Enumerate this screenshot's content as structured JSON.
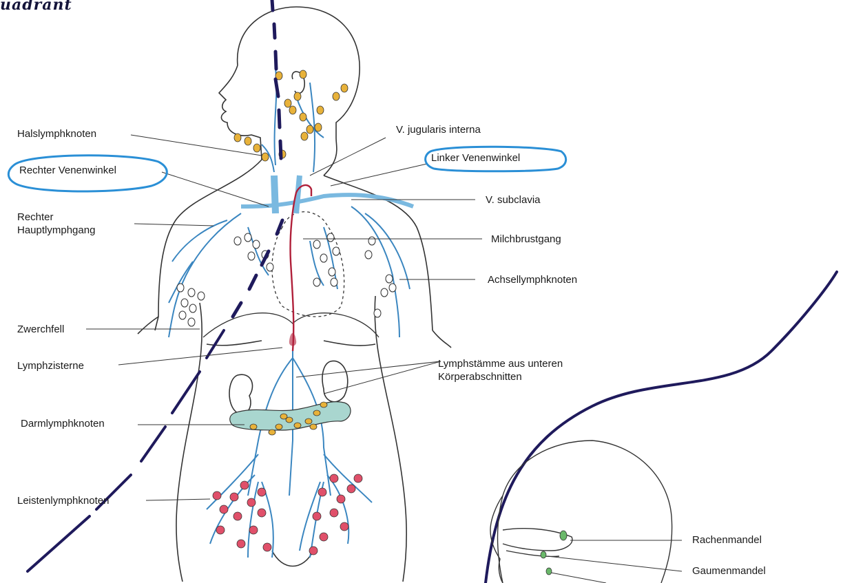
{
  "handwritten_title": "uadrant",
  "labels": {
    "halslymphknoten": "Halslymphknoten",
    "rechter_venenwinkel": "Rechter Venenwinkel",
    "rechter_hauptlymphgang_1": "Rechter",
    "rechter_hauptlymphgang_2": "Hauptlymphgang",
    "zwerchfell": "Zwerchfell",
    "lymphzisterne": "Lymphzisterne",
    "darmlymphknoten": "Darmlymphknoten",
    "leistenlymphknoten": "Leistenlymphknoten",
    "v_jugularis_interna": "V. jugularis interna",
    "linker_venenwinkel": "Linker Venenwinkel",
    "v_subclavia": "V. subclavia",
    "milchbrustgang": "Milchbrustgang",
    "achsellymphknoten": "Achsellymphknoten",
    "lymphstaemme_1": "Lymphstämme aus unteren",
    "lymphstaemme_2": "Körperabschnitten",
    "rachenmandel": "Rachenmandel",
    "gaumenmandel": "Gaumenmandel"
  },
  "colors": {
    "lymph_vessel": "#3a86c0",
    "node_yellow": "#e8b23a",
    "node_red": "#e0506a",
    "duct_red": "#b0203a",
    "marker_dark": "#1f1a5c",
    "highlight_blue": "#2a8fd6",
    "outline": "#333333"
  }
}
